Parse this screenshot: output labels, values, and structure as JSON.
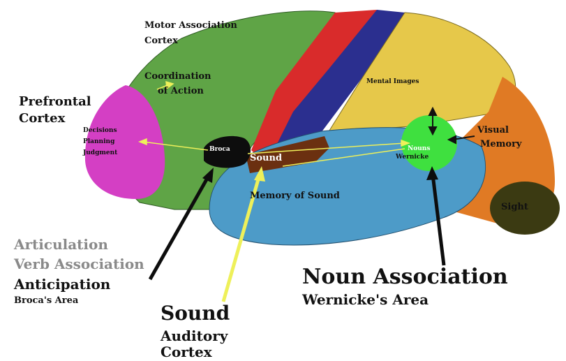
{
  "labels": {
    "motor_association": "Motor Association Cortex",
    "motor_association_line1": "Motor Association",
    "motor_association_line2": "Cortex",
    "coordination_line1": "Coordination",
    "coordination_line2": "of Action",
    "prefrontal_line1": "Prefrontal",
    "prefrontal_line2": "Cortex",
    "decisions": "Decisions",
    "planning": "Planning",
    "judgment": "Judgment",
    "broca_region": "Broca",
    "sound_region": "Sound",
    "mental_images": "Mental Images",
    "nouns": "Nouns",
    "wernicke": "Wernicke",
    "visual_line1": "Visual",
    "visual_line2": "Memory",
    "memory_of_sound": "Memory of Sound",
    "sight": "Sight",
    "articulation": "Articulation",
    "verb_association": "Verb Association",
    "anticipation": "Anticipation",
    "brocas_area": "Broca's Area",
    "sound_big": "Sound",
    "auditory": "Auditory",
    "cortex_bottom": "Cortex",
    "noun_association": "Noun Association",
    "wernickes_area": "Wernicke's Area"
  },
  "colors": {
    "green_cortex": "#5fa446",
    "magenta": "#d43fc4",
    "red": "#d92b2b",
    "blue_band": "#2b2f8f",
    "yellow": "#e6c84a",
    "orange": "#e07a24",
    "light_blue": "#4d9bc8",
    "bright_green": "#3fe03f",
    "brown": "#6b3010",
    "dark_olive": "#3b3a12",
    "arrow_yellow": "#eef05a"
  }
}
